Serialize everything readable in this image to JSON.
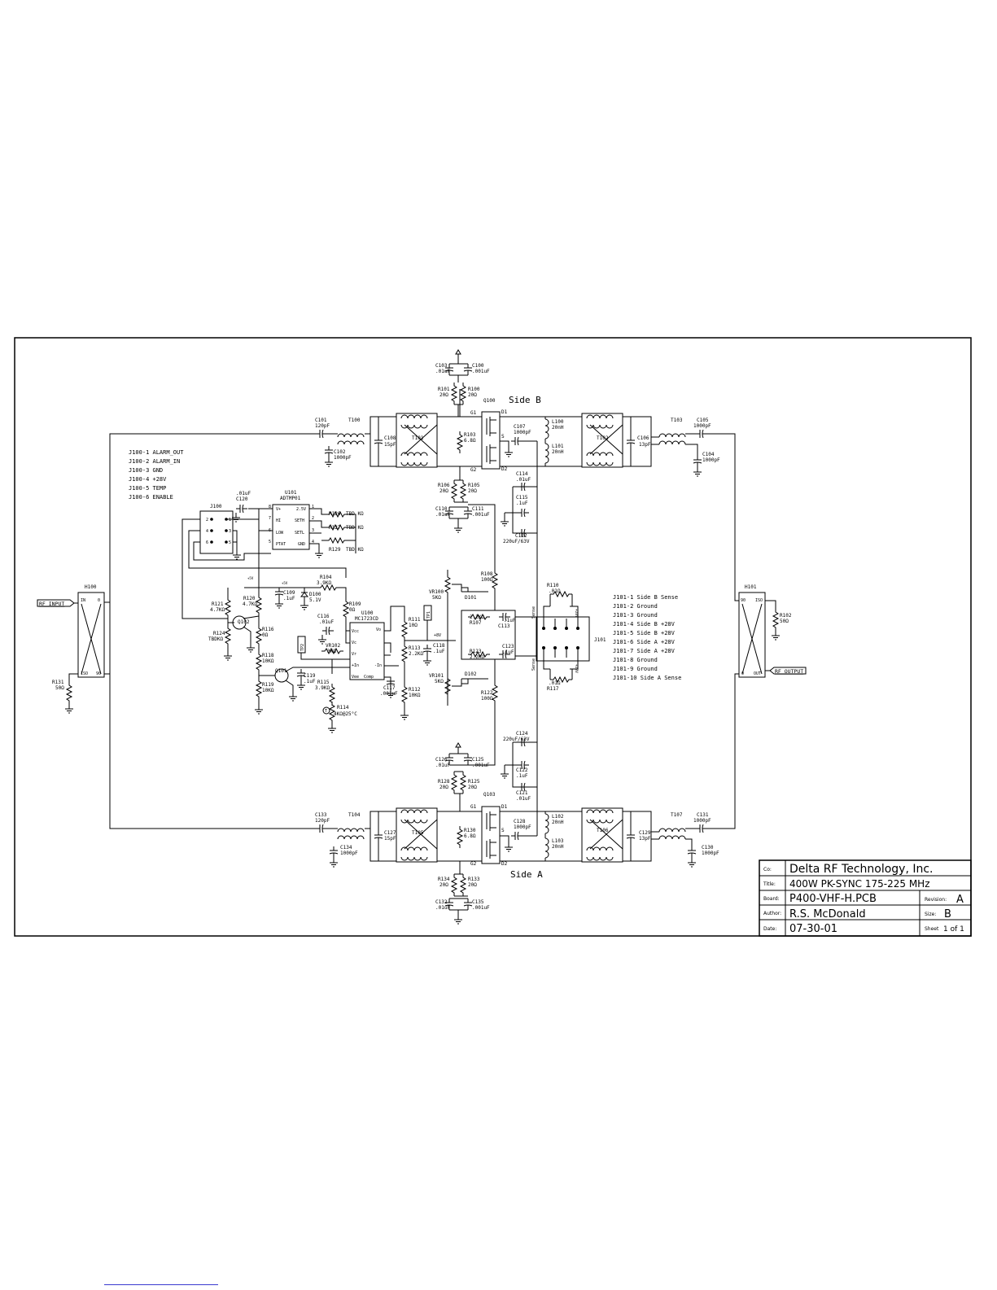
{
  "title_block": {
    "company_label": "Co:",
    "company": "Delta RF Technology, Inc.",
    "title_label": "Title:",
    "title": "400W PK-SYNC 175-225 MHz",
    "board_label": "Board:",
    "board": "P400-VHF-H.PCB",
    "revision_label": "Revision:",
    "revision": "A",
    "author_label": "Author:",
    "author": "R.S. McDonald",
    "size_label": "Size:",
    "size": "B",
    "date_label": "Date:",
    "date": "07-30-01",
    "sheet_label": "Sheet",
    "sheet": "1 of 1"
  },
  "sides": {
    "top": "Side B",
    "bottom": "Side A"
  },
  "io": {
    "rf_input": "RF INPUT",
    "rf_output": "RF OUTPUT"
  },
  "hybrids": {
    "h100": {
      "ref": "H100",
      "pin_in": "IN",
      "pin_0": "0",
      "pin_iso": "ISO",
      "pin_90": "90"
    },
    "h101": {
      "ref": "H101",
      "pin_90": "90",
      "pin_iso": "ISO",
      "pin_0": "0",
      "pin_out": "OUT"
    }
  },
  "j100_legend": [
    "J100-1 ALARM_OUT",
    "J100-2 ALARM_IN",
    "J100-3 GND",
    "J100-4 +28V",
    "J100-5 TEMP",
    "J100-6 ENABLE"
  ],
  "j101_legend": [
    "J101-1 Side B Sense",
    "J101-2 Ground",
    "J101-3 Ground",
    "J101-4 Side B +28V",
    "J101-5 Side B +28V",
    "J101-6 Side A +28V",
    "J101-7 Side A +28V",
    "J101-8 Ground",
    "J101-9 Ground",
    "J101-10 Side A Sense"
  ],
  "top_stage": {
    "c101": [
      "C101",
      "120pF"
    ],
    "t100": "T100",
    "c102": [
      "C102",
      "1000pF"
    ],
    "c108": [
      "C108",
      "15pF"
    ],
    "t101": "T101",
    "c103": [
      "C103",
      ".01uF"
    ],
    "c100": [
      "C100",
      ".001uF"
    ],
    "r101": [
      "R101",
      "20Ω"
    ],
    "r100": [
      "R100",
      "20Ω"
    ],
    "q100": "Q100",
    "g1": "G1",
    "g2": "G2",
    "d1": "D1",
    "d2": "D2",
    "s": "S",
    "r103": [
      "R103",
      "6.8Ω"
    ],
    "c107": [
      "C107",
      "1000pF"
    ],
    "l100": [
      "L100",
      "20nH"
    ],
    "l101": [
      "L101",
      "20nH"
    ],
    "t102": "T102",
    "c106": [
      "C106",
      "13pF"
    ],
    "t103": "T103",
    "c105": [
      "C105",
      "1000pF"
    ],
    "c104": [
      "C104",
      "1000pF"
    ],
    "r106": [
      "R106",
      "20Ω"
    ],
    "r105": [
      "R105",
      "20Ω"
    ],
    "c110": [
      "C110",
      ".01uF"
    ],
    "c111": [
      "C111",
      ".001uF"
    ],
    "c114": [
      "C114",
      ".01uF"
    ],
    "c115": [
      "C115",
      ".1uF"
    ],
    "c112": [
      "C112",
      "220uF/63V"
    ]
  },
  "bottom_stage": {
    "c124": [
      "C124",
      "220uF/63V"
    ],
    "c122": [
      "C122",
      ".1uF"
    ],
    "c121": [
      "C121",
      ".01uF"
    ],
    "c126": [
      "C126",
      ".01uF"
    ],
    "c125": [
      "C125",
      ".001uF"
    ],
    "r128": [
      "R128",
      "20Ω"
    ],
    "r125": [
      "R125",
      "20Ω"
    ],
    "q103": "Q103",
    "g1": "G1",
    "g2": "G2",
    "d1": "D1",
    "d2": "D2",
    "s": "S",
    "c133": [
      "C133",
      "120pF"
    ],
    "t104": "T104",
    "c134": [
      "C134",
      "1000pF"
    ],
    "c127": [
      "C127",
      "15pF"
    ],
    "t105": "T105",
    "r130": [
      "R130",
      "6.8Ω"
    ],
    "c128": [
      "C128",
      "1000pF"
    ],
    "l102": [
      "L102",
      "20nH"
    ],
    "l103": [
      "L103",
      "20nH"
    ],
    "t106": "T106",
    "c129": [
      "C129",
      "13pF"
    ],
    "t107": "T107",
    "c131": [
      "C131",
      "1000pF"
    ],
    "c130": [
      "C130",
      "1000pF"
    ],
    "r134": [
      "R134",
      "20Ω"
    ],
    "r133": [
      "R133",
      "20Ω"
    ],
    "c132": [
      "C132",
      ".01uF"
    ],
    "c135": [
      "C135",
      ".001uF"
    ]
  },
  "bias": {
    "j100": "J100",
    "c120": [
      "C120",
      ".01uF"
    ],
    "u101": [
      "U101",
      "ADTMP01"
    ],
    "u101_pins": [
      "V+",
      "HI",
      "LOW",
      "PTAT",
      "2.5V",
      "SETH",
      "SETL",
      "GND"
    ],
    "u101_pin_nums": [
      "8",
      "7",
      "6",
      "5",
      "1",
      "2",
      "3",
      "4"
    ],
    "r126": [
      "R126",
      "TBD KΩ"
    ],
    "r127": [
      "R127",
      "TBD KΩ"
    ],
    "r129": [
      "R129",
      "TBD KΩ"
    ],
    "r104": [
      "R104",
      "3.9KΩ"
    ],
    "plus5v_a": "+5V",
    "plus5v_b": "+5V",
    "c109": [
      "C109",
      ".1uF"
    ],
    "d100": [
      "D100",
      "5.1V"
    ],
    "r109": [
      "R109",
      "0Ω"
    ],
    "r121": [
      "R121",
      "4.7KΩ"
    ],
    "r120": [
      "R120",
      "4.7KΩ"
    ],
    "r124": [
      "R124",
      "TBDKΩ"
    ],
    "q102": "Q102",
    "r116": [
      "R116",
      "0Ω"
    ],
    "r118": [
      "R118",
      "10KΩ"
    ],
    "r119": [
      "R119",
      "10KΩ"
    ],
    "q101": "Q101",
    "tp2": "TP2",
    "c116": [
      "C116",
      ".01uF"
    ],
    "u100": [
      "U100",
      "MC1723CD"
    ],
    "u100_pins": [
      "Vcc",
      "Vc",
      "Vr",
      "+In",
      "Vee",
      "Comp",
      "Vo",
      "-In"
    ],
    "vr102": [
      "VR102",
      "3KΩ"
    ],
    "c119": [
      "C119",
      ".1uF"
    ],
    "r115": [
      "R115",
      "3.9KΩ"
    ],
    "r114": [
      "R114",
      "4KΩ@25°C"
    ],
    "r111": [
      "R111",
      "10Ω"
    ],
    "r113": [
      "R113",
      "2.2KΩ"
    ],
    "tp1": "TP1",
    "c118": [
      "C118",
      ".1uF"
    ],
    "c117": [
      "C117",
      ".001uF"
    ],
    "r112": [
      "R112",
      "10KΩ"
    ],
    "plus8v": "+8V",
    "vr100": [
      "VR100",
      "5KΩ"
    ],
    "vr101": [
      "VR101",
      "5KΩ"
    ],
    "d101": "D101",
    "d102": "D102",
    "r108": [
      "R108",
      "100Ω"
    ],
    "r122": [
      "R122",
      "100Ω"
    ],
    "r107": [
      "R107",
      "2.2KΩ"
    ],
    "r123": [
      "R123",
      "2.2KΩ"
    ],
    "c113": [
      "C113",
      ".1uF"
    ],
    "c123": [
      "C123",
      ".1uF"
    ],
    "r110": [
      "R110",
      ".01Ω"
    ],
    "r117": [
      "R117",
      ".01Ω"
    ],
    "j101": "J101",
    "sense": "Sense",
    "plus28v": "+28V",
    "r102": [
      "R102",
      "50Ω"
    ],
    "r131": [
      "R131",
      "50Ω"
    ]
  }
}
